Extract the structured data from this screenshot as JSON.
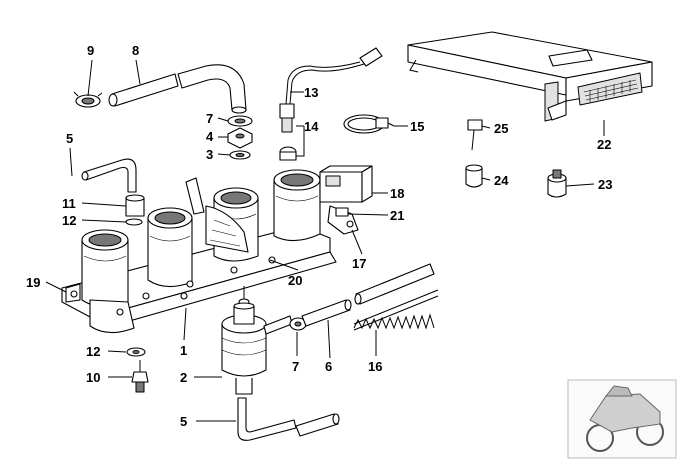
{
  "diagram": {
    "callouts": [
      {
        "id": "c9",
        "text": "9"
      },
      {
        "id": "c8",
        "text": "8"
      },
      {
        "id": "c7a",
        "text": "7"
      },
      {
        "id": "c4",
        "text": "4"
      },
      {
        "id": "c3",
        "text": "3"
      },
      {
        "id": "c13",
        "text": "13"
      },
      {
        "id": "c14",
        "text": "14"
      },
      {
        "id": "c15",
        "text": "15"
      },
      {
        "id": "c5a",
        "text": "5"
      },
      {
        "id": "c11",
        "text": "11"
      },
      {
        "id": "c12a",
        "text": "12"
      },
      {
        "id": "c19",
        "text": "19"
      },
      {
        "id": "c18",
        "text": "18"
      },
      {
        "id": "c21",
        "text": "21"
      },
      {
        "id": "c17",
        "text": "17"
      },
      {
        "id": "c20",
        "text": "20"
      },
      {
        "id": "c22",
        "text": "22"
      },
      {
        "id": "c25",
        "text": "25"
      },
      {
        "id": "c24",
        "text": "24"
      },
      {
        "id": "c23",
        "text": "23"
      },
      {
        "id": "c12b",
        "text": "12"
      },
      {
        "id": "c1",
        "text": "1"
      },
      {
        "id": "c10",
        "text": "10"
      },
      {
        "id": "c2",
        "text": "2"
      },
      {
        "id": "c7b",
        "text": "7"
      },
      {
        "id": "c6",
        "text": "6"
      },
      {
        "id": "c16",
        "text": "16"
      },
      {
        "id": "c5b",
        "text": "5"
      }
    ]
  }
}
